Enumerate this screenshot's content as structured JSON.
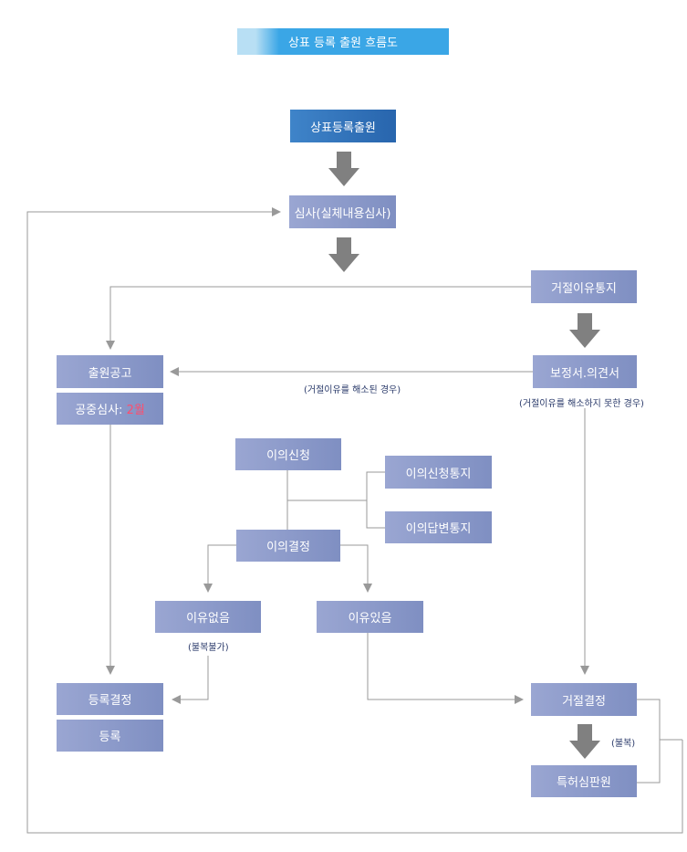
{
  "title": "상표 등록 출원 흐름도",
  "nodes": {
    "application": "상표등록출원",
    "examination": "심사(실체내용심사)",
    "rejection_notice": "거절이유통지",
    "amendment": "보정서.의견서",
    "publication": "출원공고",
    "public_review_label": "공중심사:",
    "public_review_period": "2월",
    "opposition": "이의신청",
    "opposition_notice": "이의신청통지",
    "opposition_reply_notice": "이의답변통지",
    "opposition_decision": "이의결정",
    "no_grounds": "이유없음",
    "grounds_found": "이유있음",
    "registration_decision": "등록결정",
    "registration": "등록",
    "rejection_decision": "거절결정",
    "patent_tribunal": "특허심판원"
  },
  "notes": {
    "resolved": "(거절이유를 해소된 경우)",
    "not_resolved": "(거절이유를 해소하지 못한 경우)",
    "no_appeal": "(불복불가)",
    "appeal": "(불복)"
  },
  "colors": {
    "box": "#8a98c8",
    "primary": "#2a6db3",
    "title": "#3aa6e6",
    "highlight": "#ff4d6d",
    "line": "#999999",
    "big_arrow": "#808080"
  }
}
